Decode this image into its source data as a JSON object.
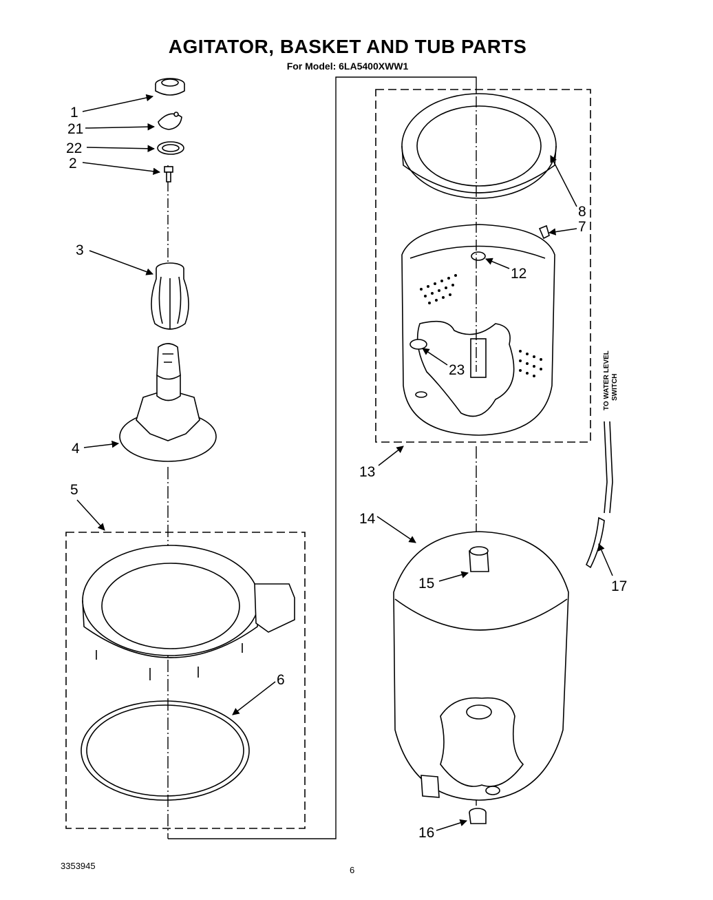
{
  "header": {
    "title": "AGITATOR, BASKET AND TUB PARTS",
    "subtitle": "For Model: 6LA5400XWW1"
  },
  "callouts": {
    "c1": "1",
    "c21": "21",
    "c22": "22",
    "c2": "2",
    "c3": "3",
    "c4": "4",
    "c5": "5",
    "c6": "6",
    "c7": "7",
    "c8": "8",
    "c12": "12",
    "c13": "13",
    "c14": "14",
    "c15": "15",
    "c16": "16",
    "c17": "17",
    "c23": "23"
  },
  "side_note": {
    "line1": "TO WATER LEVEL",
    "line2": "SWITCH"
  },
  "footer": {
    "doc_number": "3353945",
    "page_number": "6"
  }
}
